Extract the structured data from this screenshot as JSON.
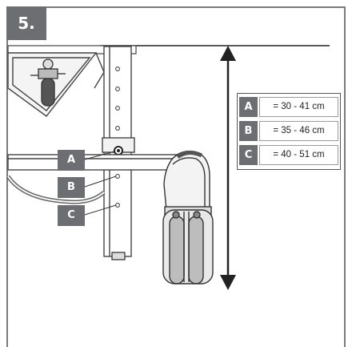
{
  "step": {
    "number": "5."
  },
  "callouts": {
    "a": "A",
    "b": "B",
    "c": "C"
  },
  "legend": [
    {
      "key": "A",
      "value": "= 30 - 41 cm"
    },
    {
      "key": "B",
      "value": "= 35 - 46 cm"
    },
    {
      "key": "C",
      "value": "= 40 - 51 cm"
    }
  ]
}
